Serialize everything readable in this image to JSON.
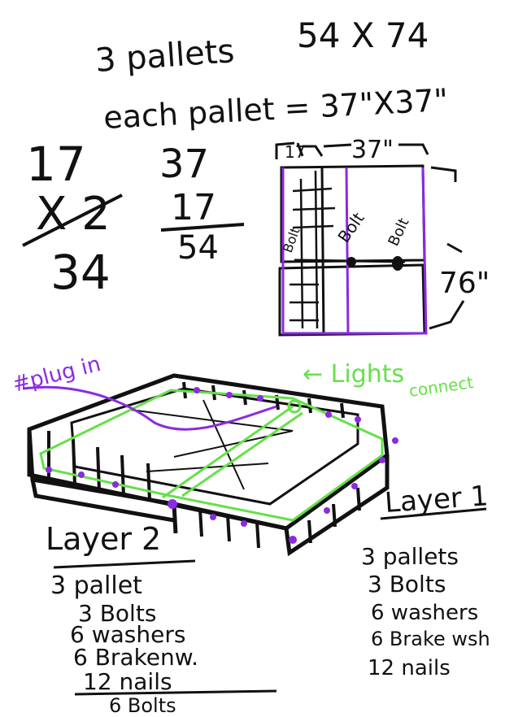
{
  "header": {
    "line1_count": "3 pallets",
    "line1_dims": "54 X 74",
    "line2": "each pallet = 37\"X37\""
  },
  "math1": {
    "a": "17",
    "b": "X 2",
    "result": "34"
  },
  "math2": {
    "a": "37",
    "b": "17",
    "result": "54"
  },
  "plan": {
    "width_left": "17",
    "width_right": "37\"",
    "height": "76\"",
    "bolt_left": "Bolt",
    "bolt_mid": "Bolt",
    "bolt_right": "Bolt"
  },
  "annotations": {
    "plug_in": "#plug in",
    "lights": "← Lights",
    "connect": "connect"
  },
  "layer2": {
    "title": "Layer 2",
    "items": [
      "3 pallet",
      "3 Bolts",
      "6 washers",
      "6 Brakenw.",
      "12 nails"
    ],
    "extra": "6 Bolts"
  },
  "layer1": {
    "title": "Layer 1",
    "items": [
      "3 pallets",
      "3 Bolts",
      "6 washers",
      "6 Brake wsh",
      "12 nails"
    ]
  },
  "colors": {
    "ink": "#111111",
    "purple": "#8a2be2",
    "green": "#66e04a"
  }
}
